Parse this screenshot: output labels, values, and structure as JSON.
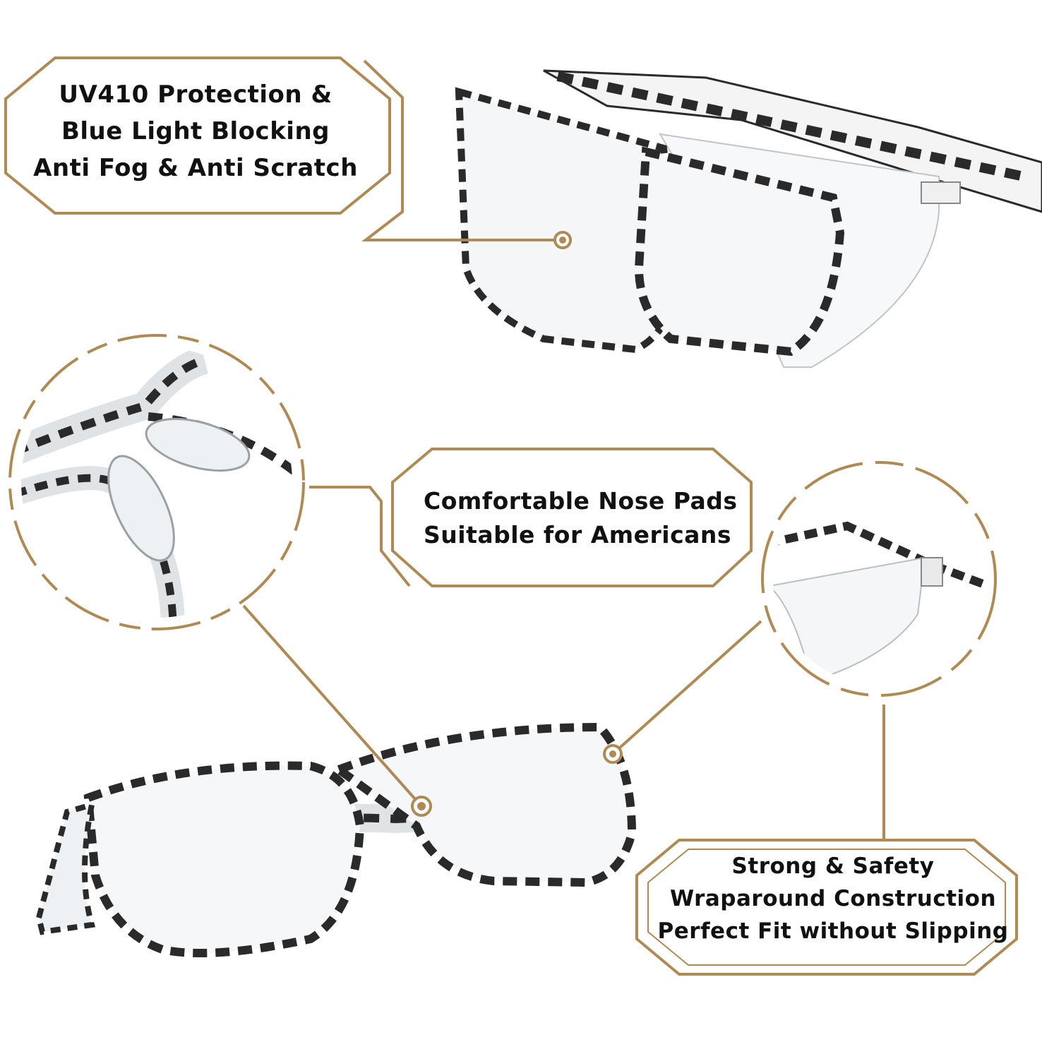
{
  "colors": {
    "accent_gold": "#b08a54",
    "frame_dark": "#2a2a2a",
    "lens_tint": "#eef2f4",
    "background": "#ffffff"
  },
  "callouts": {
    "uv": {
      "lines": [
        "UV410 Protection &",
        "Blue Light Blocking",
        "Anti Fog & Anti Scratch"
      ]
    },
    "nose": {
      "lines": [
        "Comfortable Nose Pads",
        "Suitable for Americans"
      ]
    },
    "strong": {
      "lines": [
        "Strong & Safety",
        "Wraparound Construction",
        "Perfect Fit without Slipping"
      ]
    }
  },
  "photos": {
    "top_glasses": "leopard-print safety glasses with clear side shields",
    "nose_zoom": "close-up of nose pads",
    "side_zoom": "close-up of side shield and hinge",
    "bottom_glasses": "leopard-print safety glasses lying folded"
  }
}
